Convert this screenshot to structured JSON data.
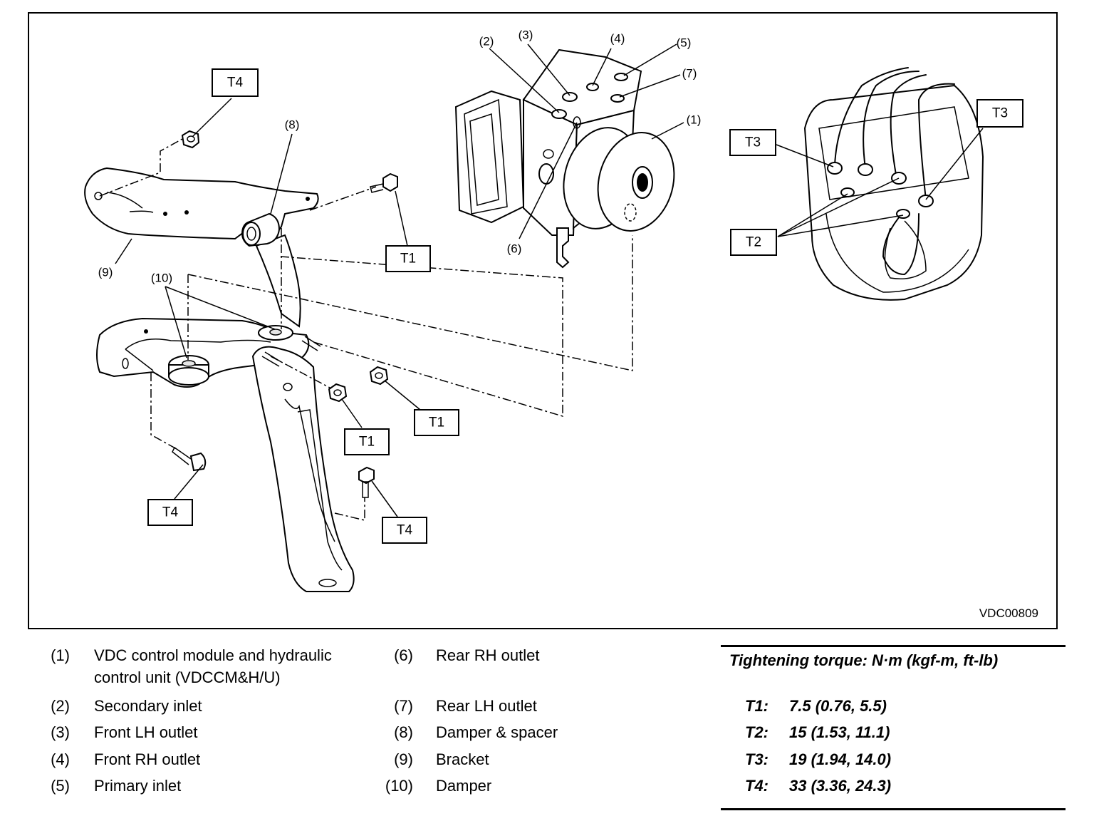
{
  "figure_code": "VDC00809",
  "torque_boxes": {
    "t4_top": "T4",
    "t1_right_bolt": "T1",
    "t1_nut_right": "T1",
    "t1_nut_left": "T1",
    "t4_bottom_left": "T4",
    "t4_bottom_mid": "T4",
    "t3_left": "T3",
    "t3_right": "T3",
    "t2": "T2"
  },
  "callouts": {
    "c1": "(1)",
    "c2": "(2)",
    "c3": "(3)",
    "c4": "(4)",
    "c5": "(5)",
    "c6": "(6)",
    "c7": "(7)",
    "c8": "(8)",
    "c9": "(9)",
    "c10": "(10)"
  },
  "legend": [
    {
      "num": "(1)",
      "lines": [
        "VDC control module and hydraulic",
        "control unit (VDCCM&H/U)"
      ]
    },
    {
      "num": "(2)",
      "lines": [
        "Secondary inlet"
      ]
    },
    {
      "num": "(3)",
      "lines": [
        "Front LH outlet"
      ]
    },
    {
      "num": "(4)",
      "lines": [
        "Front RH outlet"
      ]
    },
    {
      "num": "(5)",
      "lines": [
        "Primary inlet"
      ]
    },
    {
      "num": "(6)",
      "lines": [
        "Rear RH outlet"
      ]
    },
    {
      "num": "(7)",
      "lines": [
        "Rear LH outlet"
      ]
    },
    {
      "num": "(8)",
      "lines": [
        "Damper & spacer"
      ]
    },
    {
      "num": "(9)",
      "lines": [
        "Bracket"
      ]
    },
    {
      "num": "(10)",
      "lines": [
        "Damper"
      ]
    }
  ],
  "torque": {
    "title": "Tightening torque: N·m (kgf-m, ft-lb)",
    "rows": [
      {
        "code": "T1:",
        "value": "7.5 (0.76, 5.5)"
      },
      {
        "code": "T2:",
        "value": "15 (1.53, 11.1)"
      },
      {
        "code": "T3:",
        "value": "19 (1.94, 14.0)"
      },
      {
        "code": "T4:",
        "value": "33 (3.36, 24.3)"
      }
    ]
  }
}
